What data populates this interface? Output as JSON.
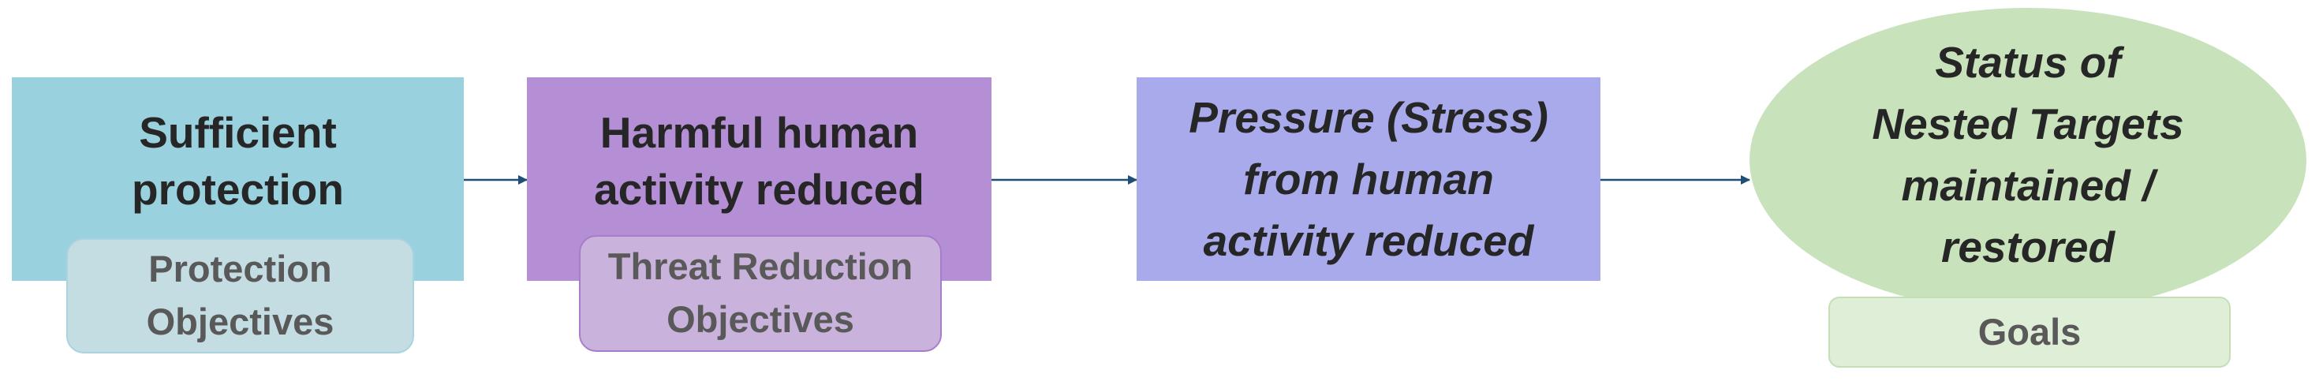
{
  "stages": [
    {
      "label": "Sufficient\nprotection",
      "color": "#9ad1df"
    },
    {
      "label": "Harmful human\nactivity reduced",
      "color": "#b48fd6"
    },
    {
      "label": "Pressure (Stress)\nfrom human\nactivity reduced",
      "color": "#a9aaec"
    },
    {
      "label": "Status of\nNested Targets\nmaintained /\nrestored",
      "color": "#c8e3bb"
    }
  ],
  "tags": [
    {
      "label": "Protection\nObjectives"
    },
    {
      "label": "Threat Reduction\nObjectives"
    },
    {
      "label": "Goals"
    }
  ],
  "arrow_color": "#1f4e79"
}
